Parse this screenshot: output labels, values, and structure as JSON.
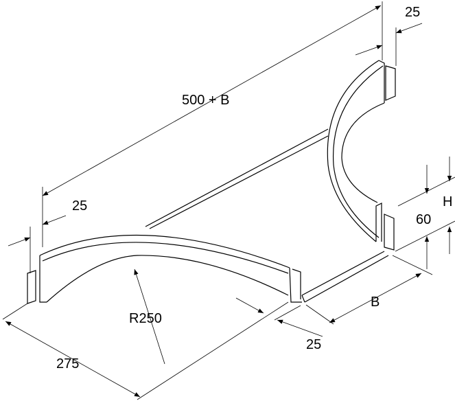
{
  "drawing": {
    "dimensions": {
      "length_total": "500 + B",
      "flange_top": "25",
      "flange_left": "25",
      "radius": "R250",
      "side_length": "275",
      "flange_bottom": "25",
      "width": "B",
      "height": "H",
      "base_height": "60"
    },
    "line_color": "#000000",
    "background": "#ffffff"
  }
}
